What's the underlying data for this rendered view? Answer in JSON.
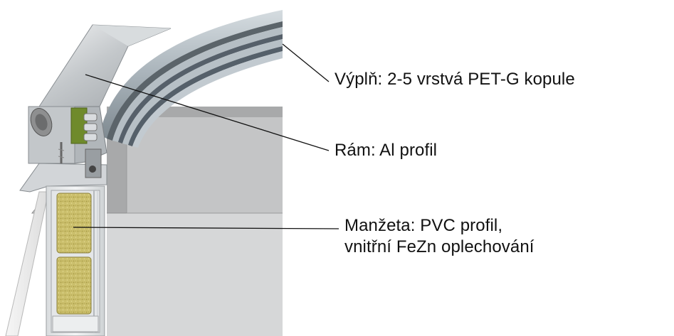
{
  "callouts": {
    "fill": "Výplň: 2-5 vrstvá PET-G kopule",
    "frame": "Rám: Al profil",
    "collar": {
      "line1": "Manžeta: PVC profil,",
      "line2": "vnitřní FeZn oplechování"
    }
  },
  "colors": {
    "aluminium": "#b9bec2",
    "pvc": "#e9ebec",
    "dome": "#a9b4bb",
    "insulation": "#c8bd6a",
    "seal": "#6d8a2a",
    "interior_wall": "#c9cacb",
    "leader_line": "#111111"
  }
}
